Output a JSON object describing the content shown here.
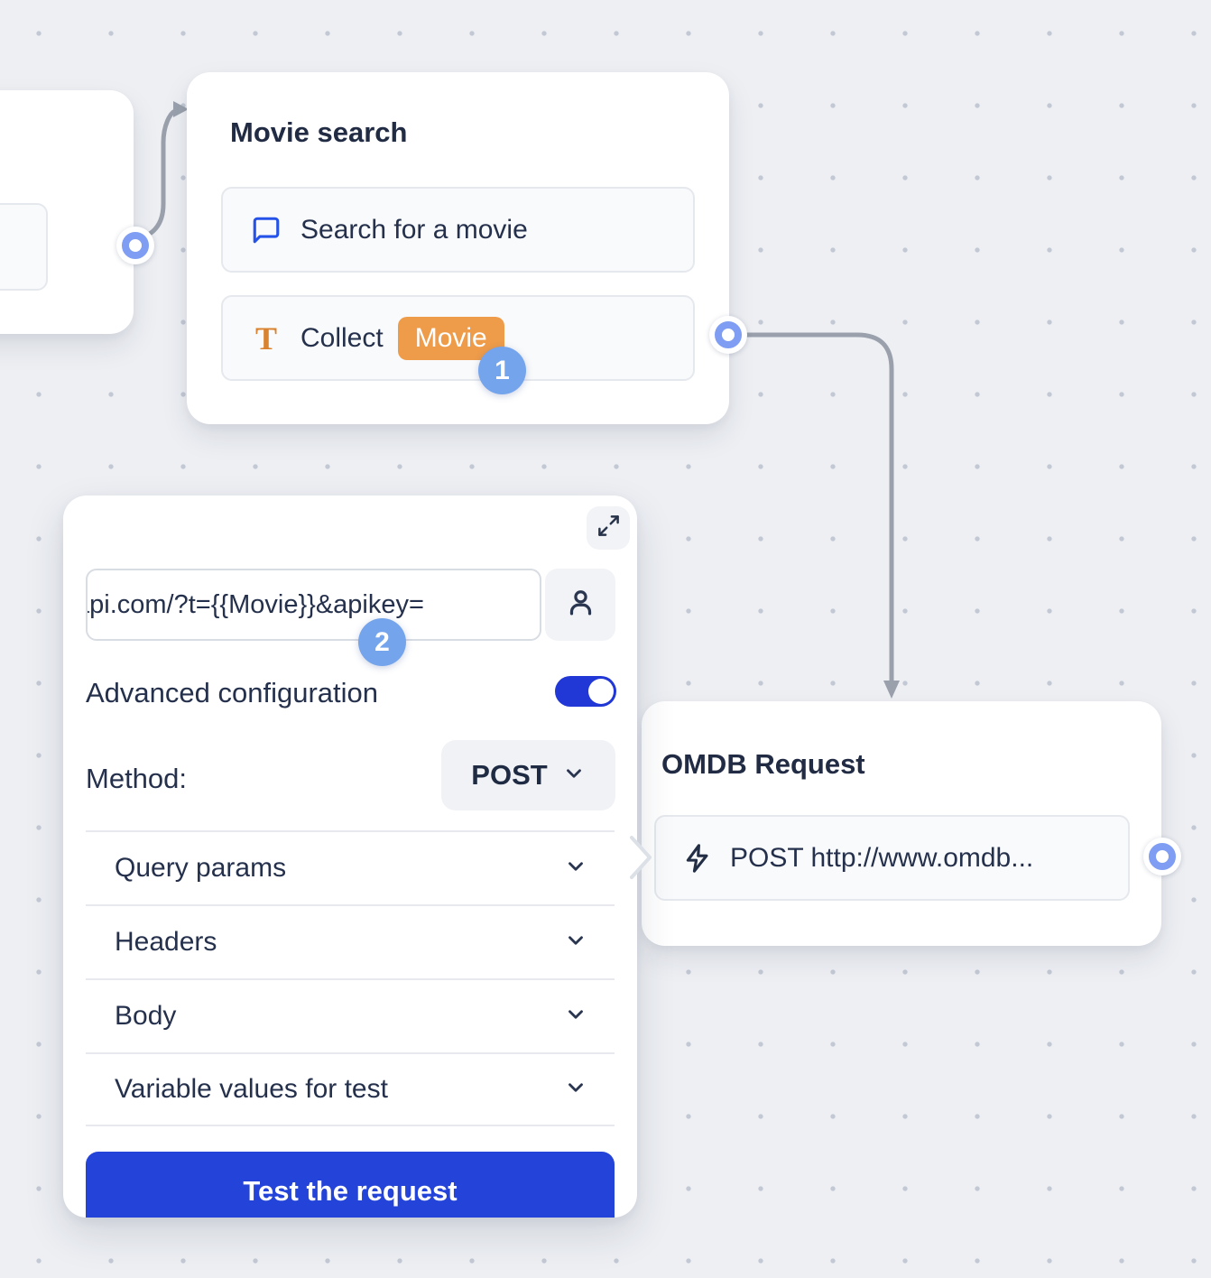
{
  "colors": {
    "canvas_bg": "#edeff3",
    "dot": "#c3c9d4",
    "card_bg": "#ffffff",
    "item_bg": "#f9fafb",
    "item_border": "#e5e8ed",
    "text_dark": "#25314c",
    "title_dark": "#212c44",
    "primary_blue": "#2443d8",
    "toggle_blue": "#2138d6",
    "step_badge_blue": "#74a4ec",
    "variable_orange": "#ee9c49",
    "port_blue": "#7e9df3",
    "chat_icon_blue": "#2553e9",
    "text_icon_orange": "#d9822f",
    "connector_gray": "#9aa1ad"
  },
  "movie_search_node": {
    "title": "Movie search",
    "items": [
      {
        "icon": "chat-bubble-icon",
        "label": "Search for a movie"
      },
      {
        "icon": "text-input-icon",
        "label": "Collect",
        "variable_badge": "Movie"
      }
    ],
    "step_badge": "1"
  },
  "webhook_panel": {
    "url_value": "api.com/?t={{Movie}}&apikey=",
    "step_badge": "2",
    "advanced_configuration_label": "Advanced configuration",
    "advanced_configuration_enabled": true,
    "method_label": "Method:",
    "method_value": "POST",
    "sections": [
      {
        "label": "Query params"
      },
      {
        "label": "Headers"
      },
      {
        "label": "Body"
      },
      {
        "label": "Variable values for test"
      }
    ],
    "test_button_label": "Test the request"
  },
  "omdb_node": {
    "title": "OMDB Request",
    "items": [
      {
        "icon": "lightning-icon",
        "label": "POST http://www.omdb..."
      }
    ]
  }
}
